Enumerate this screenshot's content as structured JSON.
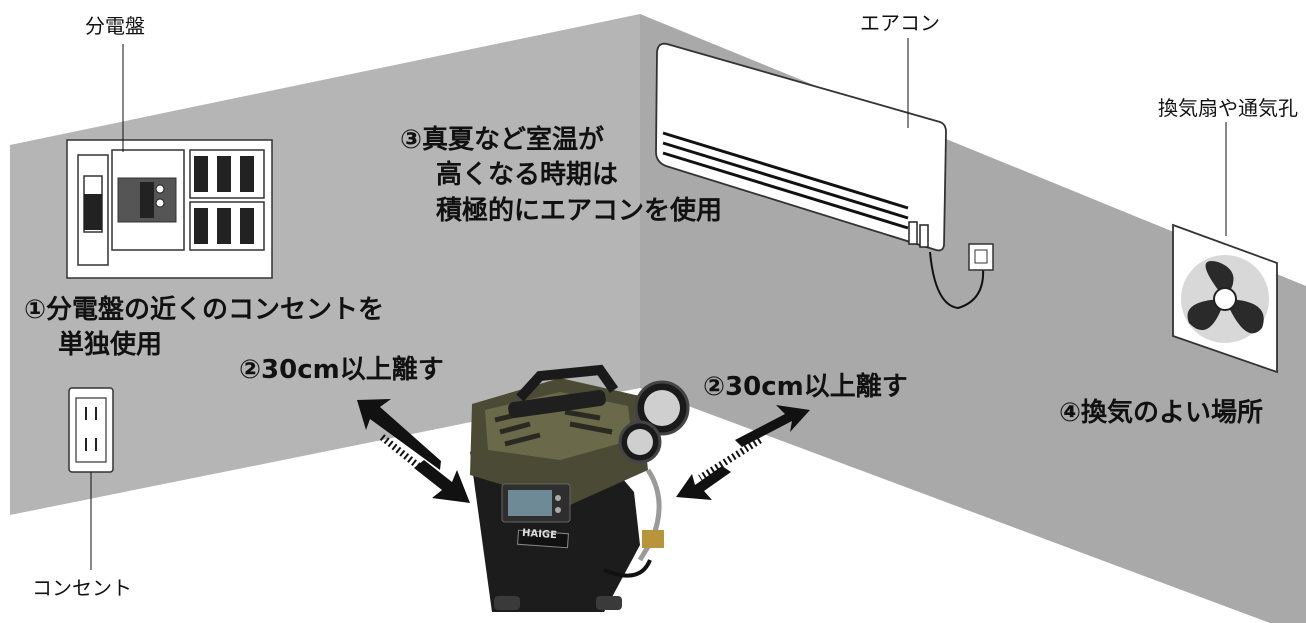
{
  "labels": {
    "breaker_panel": "分電盤",
    "air_conditioner": "エアコン",
    "vent_fan": "換気扇や通気孔",
    "outlet": "コンセント",
    "brand": "HAIGE"
  },
  "tips": {
    "tip1_line1": "①分電盤の近くのコンセントを",
    "tip1_line2": "単独使用",
    "tip2_left": "②30cm以上離す",
    "tip2_right": "②30cm以上離す",
    "tip3_line1": "③真夏など室温が",
    "tip3_line2": "高くなる時期は",
    "tip3_line3": "積極的にエアコンを使用",
    "tip4": "④換気のよい場所"
  },
  "colors": {
    "wall_left": "#b5b5b5",
    "wall_right": "#a9a9a9",
    "floor": "#ffffff",
    "compressor_body": "#1e1e1e",
    "compressor_accent": "#5a5a3c",
    "label_text": "#111111"
  }
}
